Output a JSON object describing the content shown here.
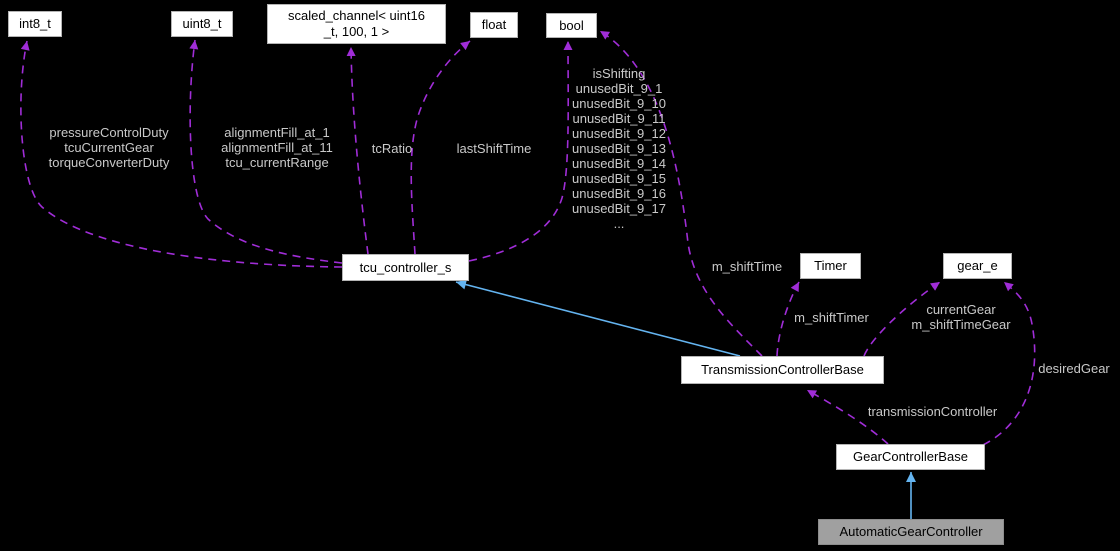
{
  "diagram": {
    "title": "collaboration graph",
    "colors": {
      "background": "#000000",
      "node_fill": "#ffffff",
      "node_border": "#b4b4b4",
      "node_text": "#000000",
      "highlight_node_fill": "#a0a0a0",
      "usage_edge": "#a02dd7",
      "inheritance_edge": "#64b4f0",
      "edge_label_text": "#c9c9c9"
    },
    "nodes": {
      "int8_t": {
        "label": "int8_t"
      },
      "uint8_t": {
        "label": "uint8_t"
      },
      "scaled_channel": {
        "lines": [
          "scaled_channel< uint16",
          "_t, 100, 1 >"
        ]
      },
      "float": {
        "label": "float"
      },
      "bool": {
        "label": "bool"
      },
      "tcu_controller_s": {
        "label": "tcu_controller_s"
      },
      "timer": {
        "label": "Timer"
      },
      "gear_e": {
        "label": "gear_e"
      },
      "transmission_controller_base": {
        "label": "TransmissionControllerBase"
      },
      "gear_controller_base": {
        "label": "GearControllerBase"
      },
      "automatic_gear_controller": {
        "label": "AutomaticGearController"
      }
    },
    "edge_labels": {
      "to_int8_t": {
        "lines": [
          "pressureControlDuty",
          "tcuCurrentGear",
          "torqueConverterDuty"
        ]
      },
      "to_uint8_t": {
        "lines": [
          "alignmentFill_at_1",
          "alignmentFill_at_11",
          "tcu_currentRange"
        ]
      },
      "to_scaled_channel": {
        "lines": [
          "tcRatio"
        ]
      },
      "to_float": {
        "lines": [
          "lastShiftTime"
        ]
      },
      "to_bool_fields": {
        "lines": [
          "isShifting",
          "unusedBit_9_1",
          "unusedBit_9_10",
          "unusedBit_9_11",
          "unusedBit_9_12",
          "unusedBit_9_13",
          "unusedBit_9_14",
          "unusedBit_9_15",
          "unusedBit_9_16",
          "unusedBit_9_17",
          "..."
        ]
      },
      "m_shift_time": {
        "lines": [
          "m_shiftTime"
        ]
      },
      "m_shift_timer": {
        "lines": [
          "m_shiftTimer"
        ]
      },
      "current_gear": {
        "lines": [
          "currentGear",
          "m_shiftTimeGear"
        ]
      },
      "desired_gear": {
        "lines": [
          "desiredGear"
        ]
      },
      "transmission_controller": {
        "lines": [
          "transmissionController"
        ]
      }
    }
  }
}
